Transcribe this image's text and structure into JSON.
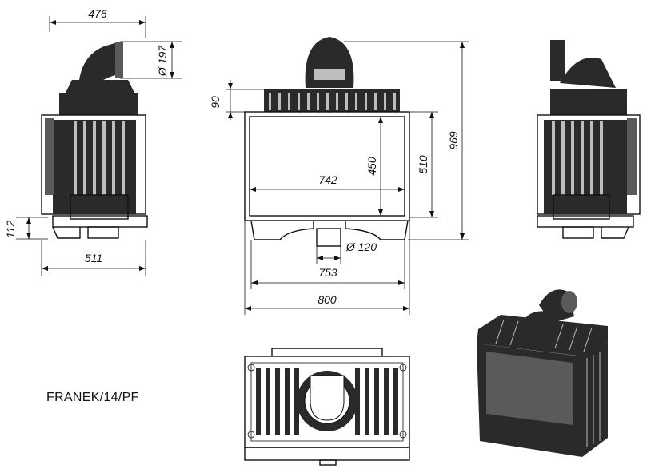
{
  "drawing": {
    "model_label": "FRANEK/14/PF",
    "dimensions": {
      "side_depth": "476",
      "outlet_diameter": "Ø 197",
      "side_base_height": "112",
      "side_width": "511",
      "top_cap_height": "90",
      "door_width": "742",
      "door_height": "450",
      "body_height": "510",
      "total_height": "969",
      "inlet_diameter": "Ø 120",
      "base_width": "753",
      "total_width": "800"
    },
    "colors": {
      "ink": "#111111",
      "cast_iron": "#2a2a2a",
      "glass": "#5a5a5a"
    }
  }
}
